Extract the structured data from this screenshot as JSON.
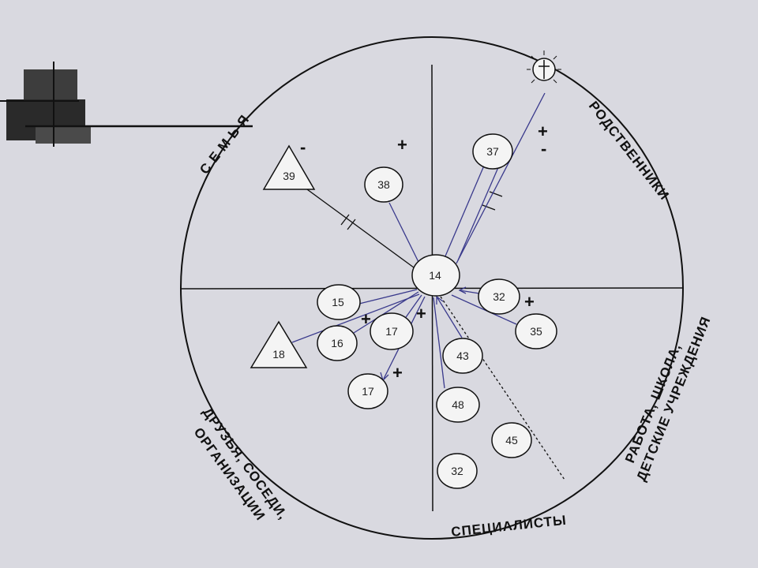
{
  "diagram": {
    "sectors": {
      "family": "С Е М Ь Я",
      "relatives": "РОДСТВЕННИКИ",
      "work": [
        "РАБОТА, ШКОЛА,",
        "ДЕТСКИЕ УЧРЕЖДЕНИЯ"
      ],
      "friends": [
        "ДРУЗЬЯ, СОСЕДИ,",
        "ОРГАНИЗАЦИИ"
      ],
      "specialists": "СПЕЦИАЛИСТЫ"
    },
    "center": "14",
    "nodes": {
      "n39": "39",
      "n38": "38",
      "n37": "37",
      "n15": "15",
      "n16": "16",
      "n17a": "17",
      "n17b": "17",
      "n18": "18",
      "n32a": "32",
      "n35": "35",
      "n43": "43",
      "n48": "48",
      "n45": "45",
      "n32b": "32"
    },
    "signs": {
      "s1": "-",
      "s2": "+",
      "s3": "+",
      "s4": "-",
      "s5": "+",
      "s6": "+",
      "s7": "+",
      "s8": "+"
    },
    "colors": {
      "line": "#111111",
      "relation": "#3a3a8c",
      "background": "#d9d9e0"
    }
  }
}
